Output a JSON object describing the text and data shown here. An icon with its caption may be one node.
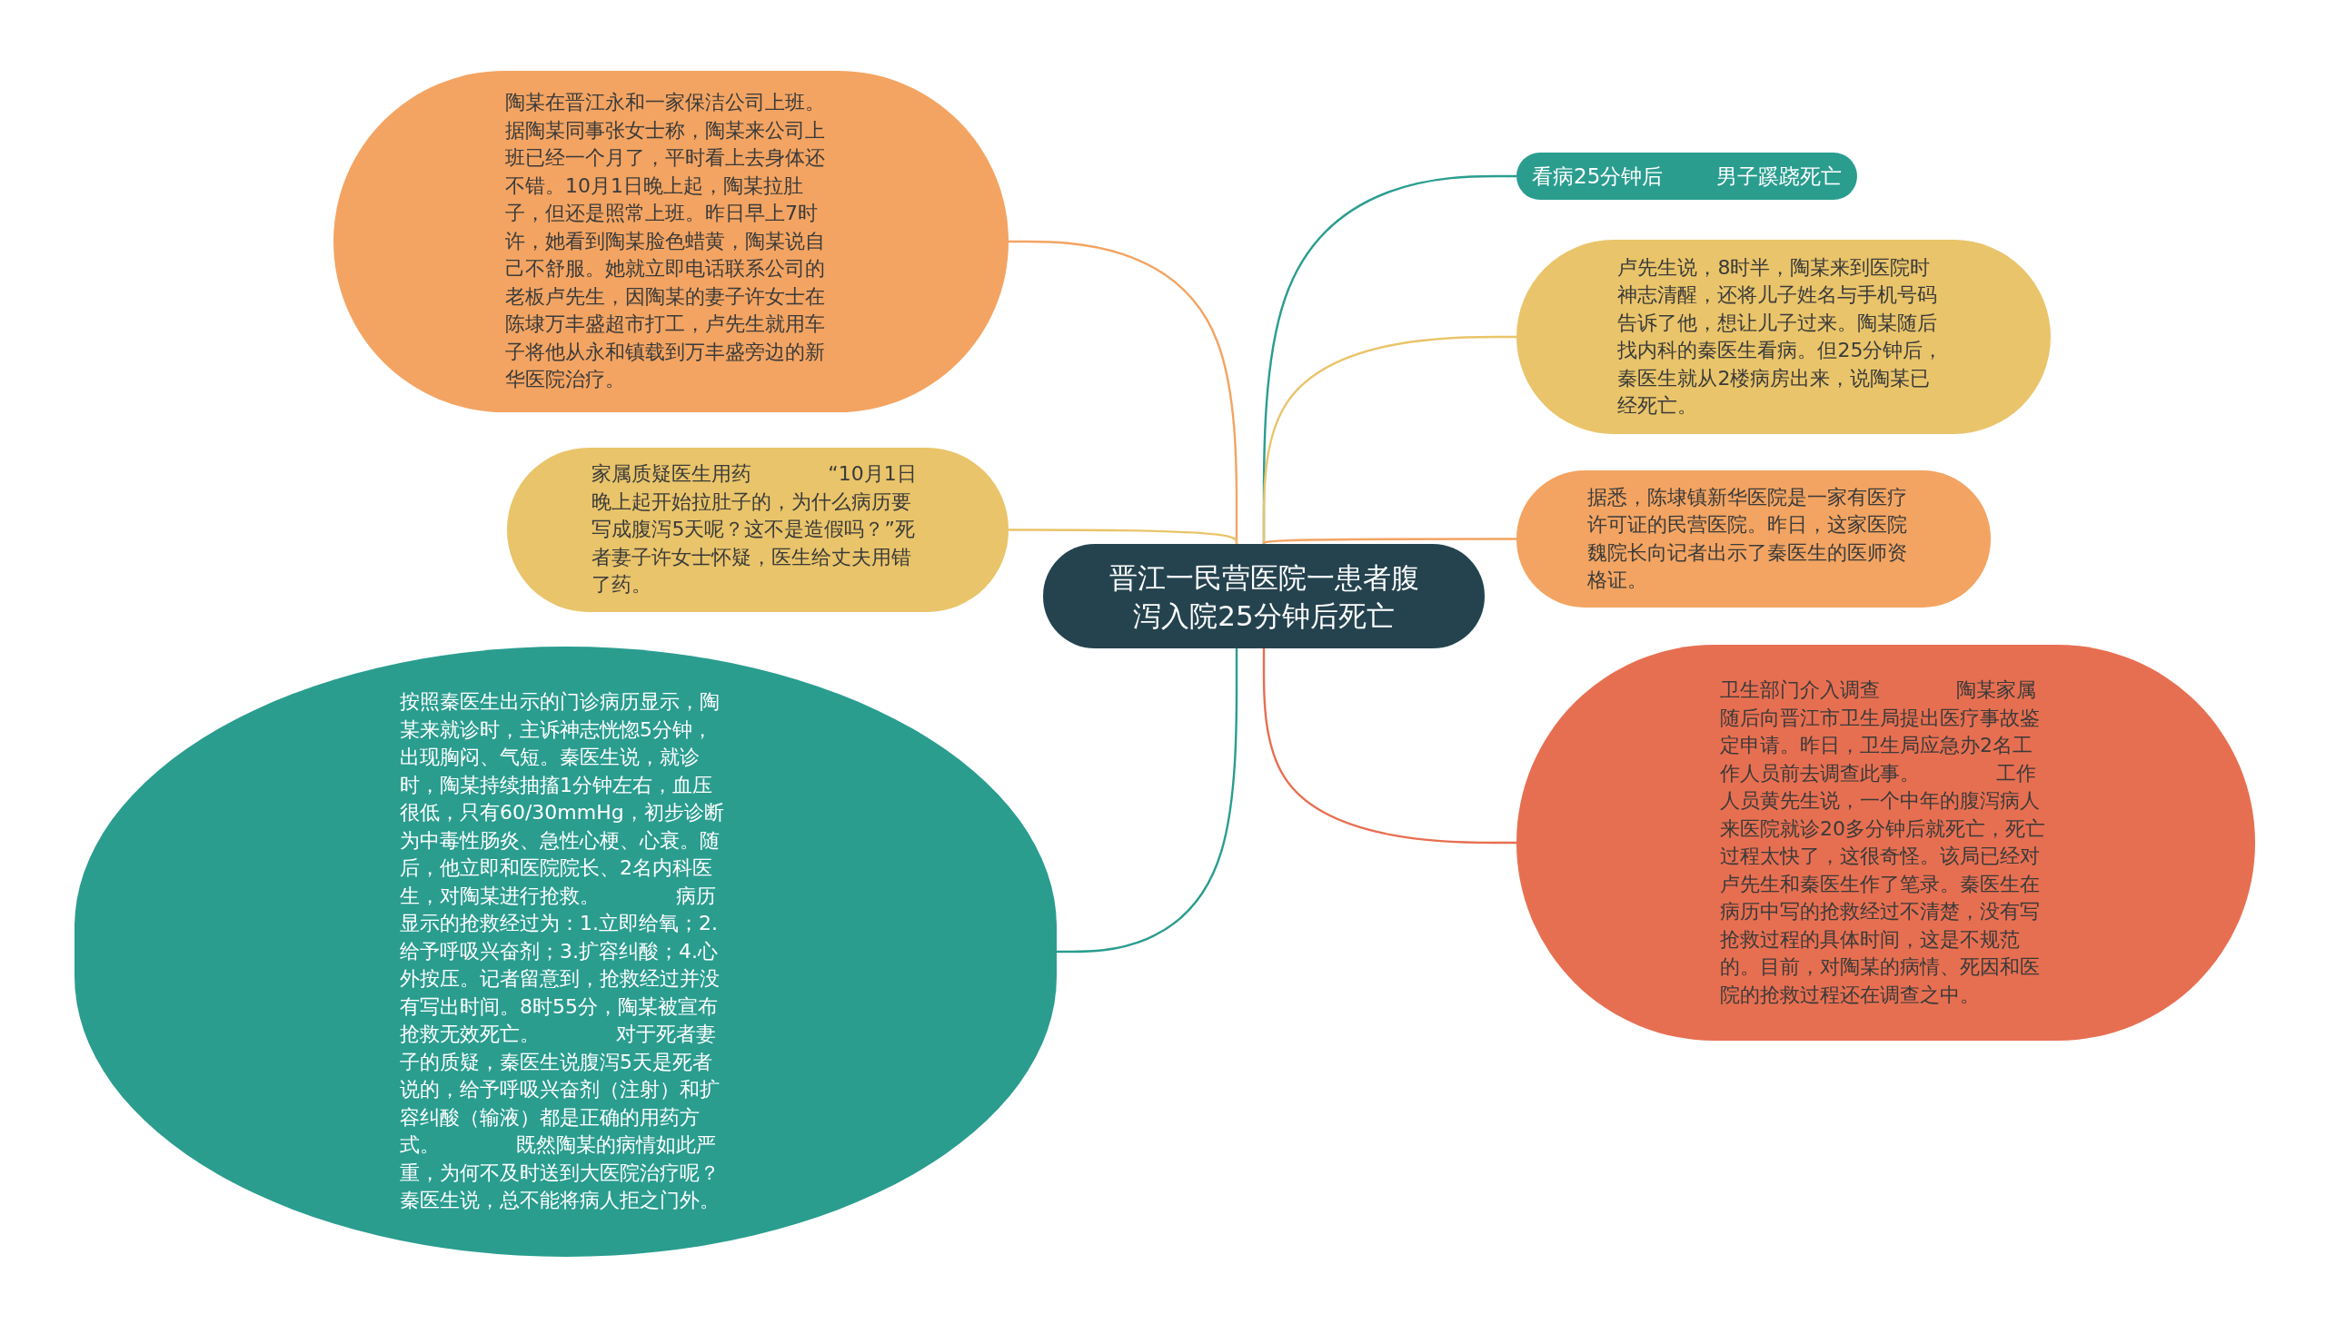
{
  "diagram": {
    "nodes": [
      {
        "text": [
          "晋江一民营医院一患者腹泻入院25分钟后死亡"
        ]
      },
      {
        "text": [
          "陶某在晋江永和一家保洁公司上班。据陶某同事张女士称，陶某来公司上班已经一个月了，平时看上去身体还不错。10月1日晚上起，陶某拉肚子，但还是照常上班。昨日早上7时许，她看到陶某脸色蜡黄，陶某说自己不舒服。她就立即电话联系公司的老板卢先生，因陶某的妻子许女士在陈埭万丰盛超市打工，卢先生就用车子将他从永和镇载到万丰盛旁边的新华医院治疗。"
        ]
      },
      {
        "text": [
          "家属质疑医生用药            “10月1日晚上起开始拉肚子的，为什么病历要写成腹泻5天呢？这不是造假吗？”死者妻子许女士怀疑，医生给丈夫用错了药。"
        ]
      },
      {
        "text": [
          "按照秦医生出示的门诊病历显示，陶某来就诊时，主诉神志恍惚5分钟，出现胸闷、气短。秦医生说，就诊时，陶某持续抽搐1分钟左右，血压很低，只有60/30mmHg，初步诊断为中毒性肠炎、急性心梗、心衰。随后，他立即和医院院长、2名内科医生，对陶某进行抢救。            病历显示的抢救经过为：1.立即给氧；2.给予呼吸兴奋剂；3.扩容纠酸；4.心外按压。记者留意到，抢救经过并没有写出时间。8时55分，陶某被宣布抢救无效死亡。            对于死者妻子的质疑，秦医生说腹泻5天是死者说的，给予呼吸兴奋剂（注射）和扩容纠酸（输液）都是正确的用药方式。            既然陶某的病情如此严重，为何不及时送到大医院治疗呢？秦医生说，总不能将病人拒之门外。"
        ]
      },
      {
        "text": [
          "看病25分钟后        男子蹊跷死亡"
        ]
      },
      {
        "text": [
          "卢先生说，8时半，陶某来到医院时神志清醒，还将儿子姓名与手机号码告诉了他，想让儿子过来。陶某随后找内科的秦医生看病。但25分钟后，秦医生就从2楼病房出来，说陶某已经死亡。"
        ]
      },
      {
        "text": [
          "据悉，陈埭镇新华医院是一家有医疗许可证的民营医院。昨日，这家医院魏院长向记者出示了秦医生的医师资格证。"
        ]
      },
      {
        "text": [
          "卫生部门介入调查            陶某家属随后向晋江市卫生局提出医疗事故鉴定申请。昨日，卫生局应急办2名工作人员前去调查此事。            工作人员黄先生说，一个中年的腹泻病人来医院就诊20多分钟后就死亡，死亡过程太快了，这很奇怪。该局已经对卢先生和秦医生作了笔录。秦医生在病历中写的抢救经过不清楚，没有写抢救过程的具体时间，这是不规范的。目前，对陶某的病情、死因和医院的抢救过程还在调查之中。"
        ]
      }
    ],
    "edges": [
      {
        "from": 0,
        "to": 1,
        "arrow": "none",
        "color": "#f3a462"
      },
      {
        "from": 0,
        "to": 2,
        "arrow": "none",
        "color": "#e9c46a"
      },
      {
        "from": 0,
        "to": 3,
        "arrow": "none",
        "color": "#2a9d8f"
      },
      {
        "from": 0,
        "to": 4,
        "arrow": "none",
        "color": "#2a9d8f"
      },
      {
        "from": 0,
        "to": 5,
        "arrow": "none",
        "color": "#e9c46a"
      },
      {
        "from": 0,
        "to": 6,
        "arrow": "none",
        "color": "#f3a462"
      },
      {
        "from": 0,
        "to": 7,
        "arrow": "none",
        "color": "#e76f51"
      }
    ]
  }
}
